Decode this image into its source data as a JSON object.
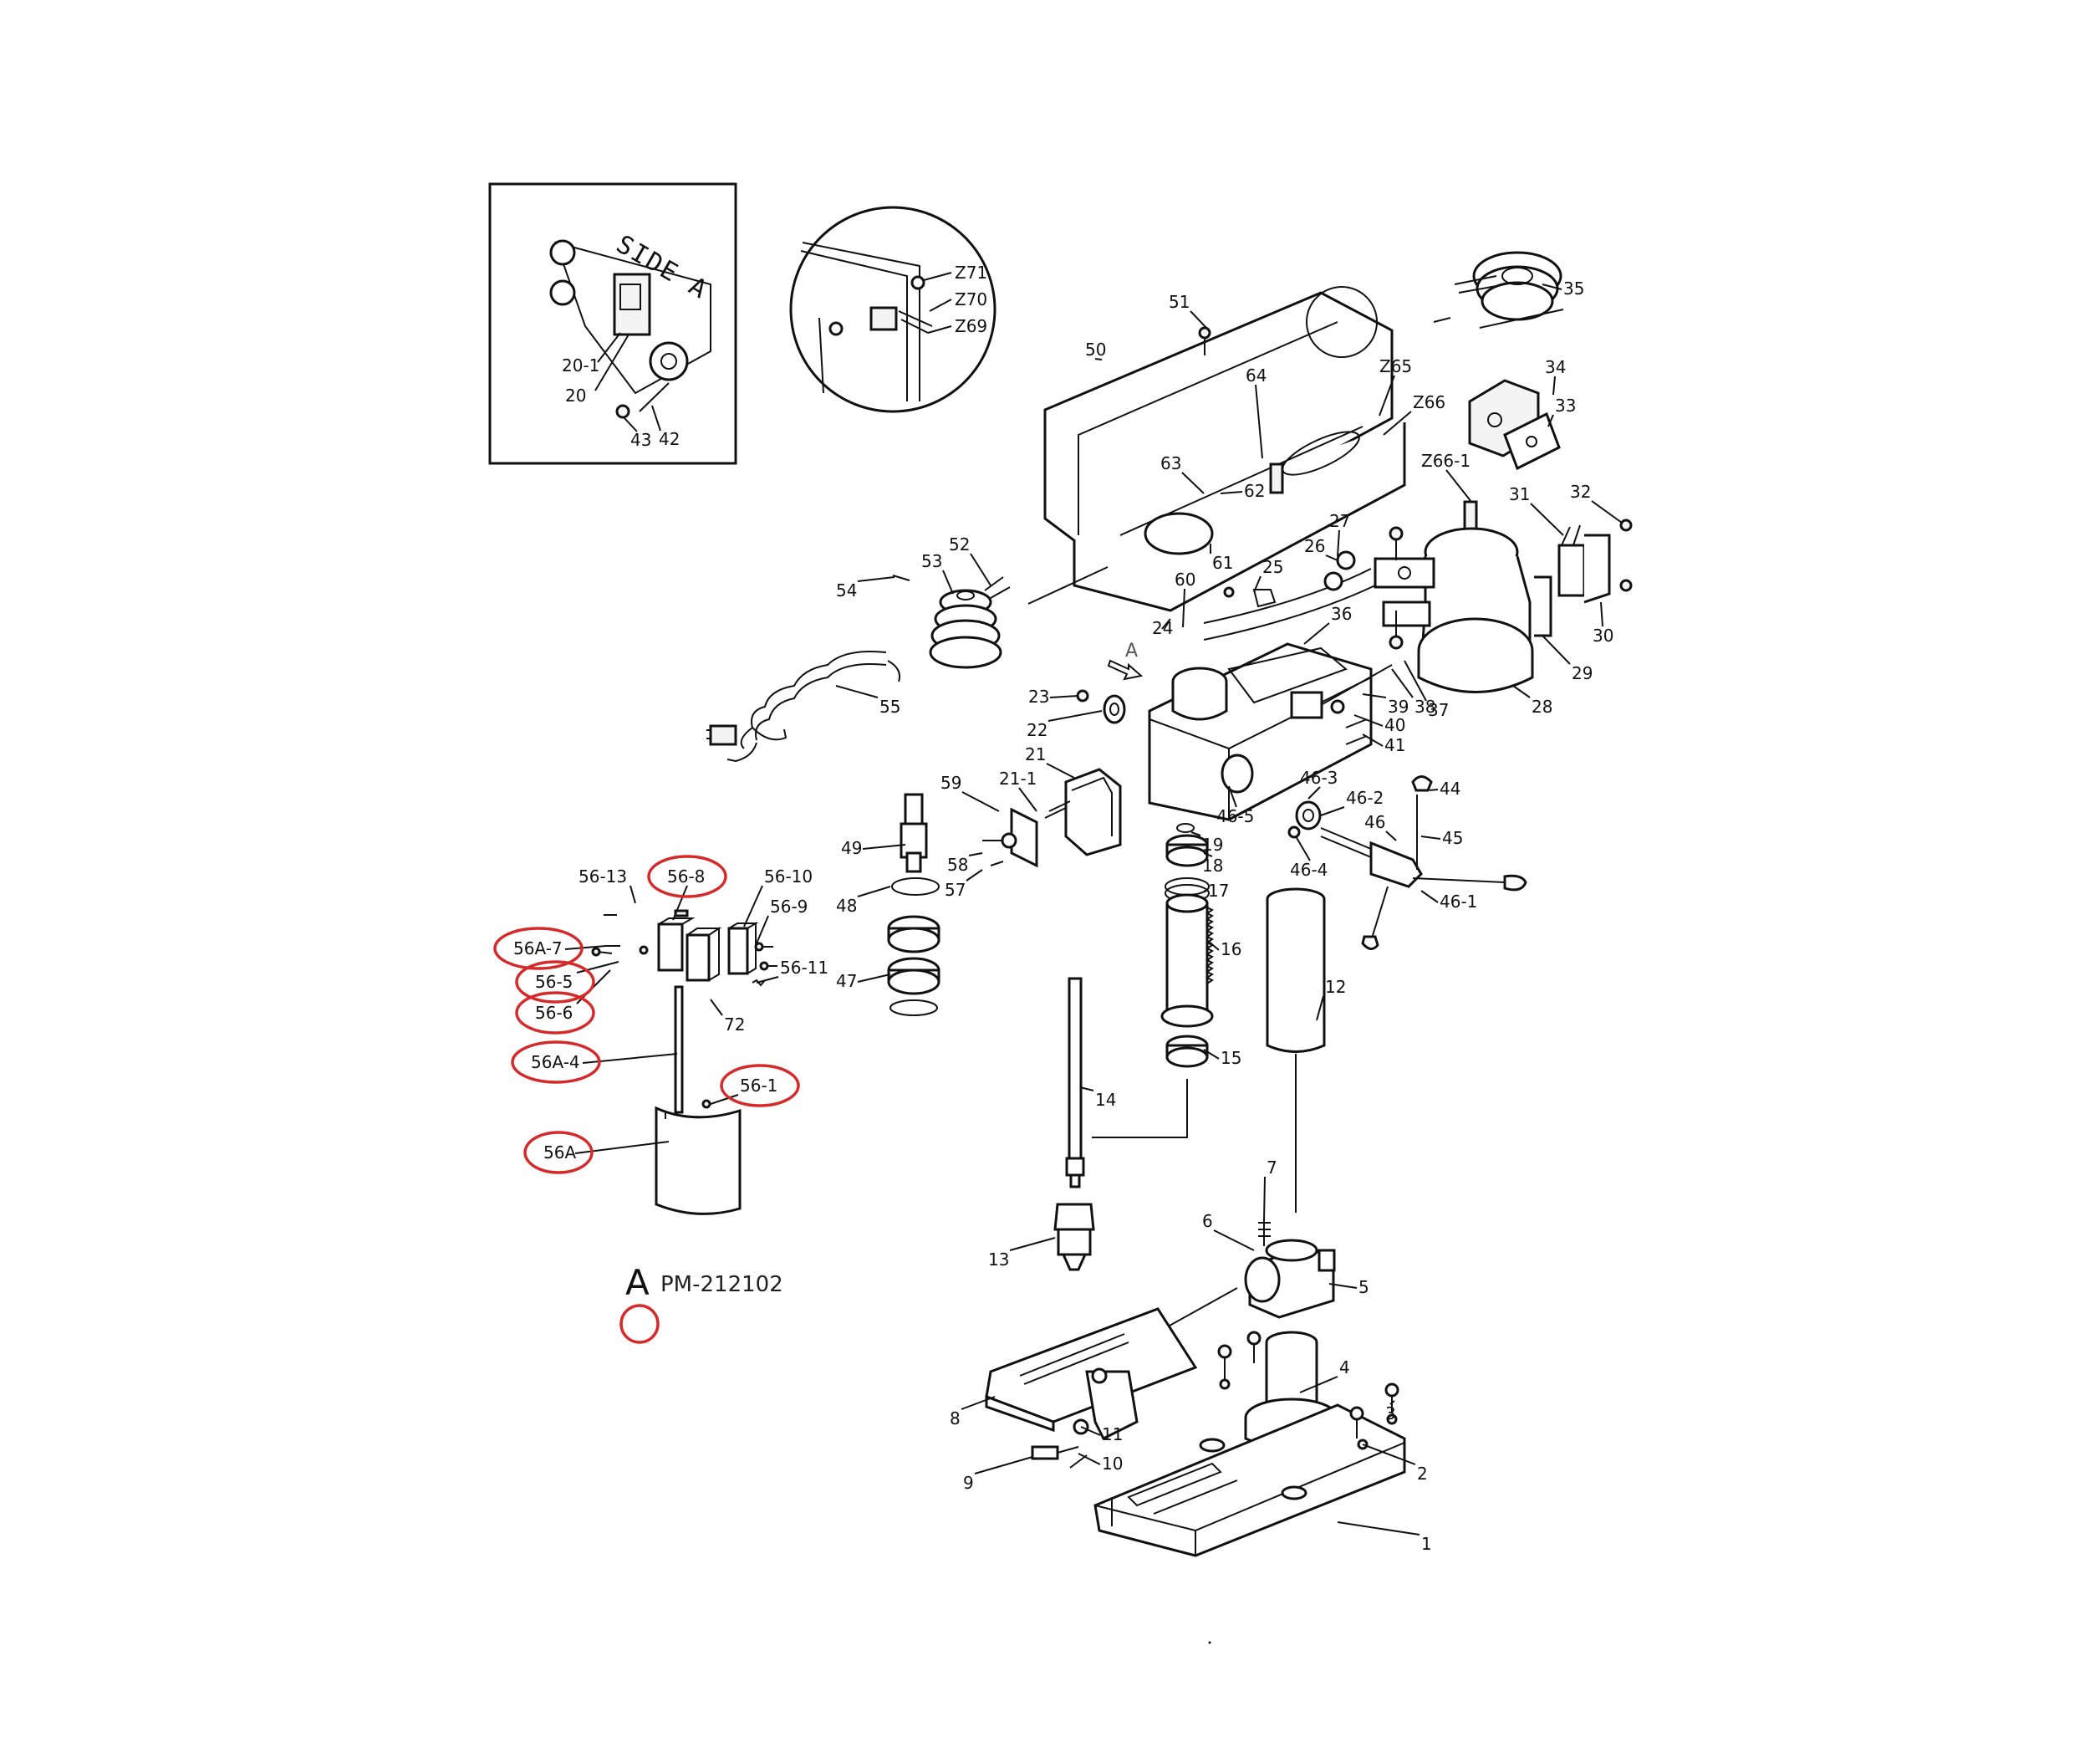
{
  "inset_side": {
    "title": "SIDE A",
    "labels": [
      "20-1",
      "20",
      "43",
      "42"
    ]
  },
  "detail_circle": {
    "labels": [
      "Z71",
      "Z70",
      "Z69"
    ]
  },
  "part_labels": [
    {
      "text": "51",
      "highlighted": false
    },
    {
      "text": "50",
      "highlighted": false
    },
    {
      "text": "35",
      "highlighted": false
    },
    {
      "text": "64",
      "highlighted": false
    },
    {
      "text": "Z65",
      "highlighted": false
    },
    {
      "text": "Z66",
      "highlighted": false
    },
    {
      "text": "34",
      "highlighted": false
    },
    {
      "text": "33",
      "highlighted": false
    },
    {
      "text": "Z66-1",
      "highlighted": false
    },
    {
      "text": "63",
      "highlighted": false
    },
    {
      "text": "62",
      "highlighted": false
    },
    {
      "text": "61",
      "highlighted": false
    },
    {
      "text": "31",
      "highlighted": false
    },
    {
      "text": "32",
      "highlighted": false
    },
    {
      "text": "53",
      "highlighted": false
    },
    {
      "text": "52",
      "highlighted": false
    },
    {
      "text": "54",
      "highlighted": false
    },
    {
      "text": "60",
      "highlighted": false
    },
    {
      "text": "25",
      "highlighted": false
    },
    {
      "text": "26",
      "highlighted": false
    },
    {
      "text": "27",
      "highlighted": false
    },
    {
      "text": "24",
      "highlighted": false
    },
    {
      "text": "30",
      "highlighted": false
    },
    {
      "text": "36",
      "highlighted": false
    },
    {
      "text": "29",
      "highlighted": false
    },
    {
      "text": "55",
      "highlighted": false
    },
    {
      "text": "23",
      "highlighted": false
    },
    {
      "text": "39",
      "highlighted": false
    },
    {
      "text": "38",
      "highlighted": false
    },
    {
      "text": "37",
      "highlighted": false
    },
    {
      "text": "28",
      "highlighted": false
    },
    {
      "text": "22",
      "highlighted": false
    },
    {
      "text": "40",
      "highlighted": false
    },
    {
      "text": "41",
      "highlighted": false
    },
    {
      "text": "21",
      "highlighted": false
    },
    {
      "text": "21-1",
      "highlighted": false
    },
    {
      "text": "59",
      "highlighted": false
    },
    {
      "text": "46-3",
      "highlighted": false
    },
    {
      "text": "44",
      "highlighted": false
    },
    {
      "text": "46-2",
      "highlighted": false
    },
    {
      "text": "46",
      "highlighted": false
    },
    {
      "text": "45",
      "highlighted": false
    },
    {
      "text": "46-5",
      "highlighted": false
    },
    {
      "text": "19",
      "highlighted": false
    },
    {
      "text": "49",
      "highlighted": false
    },
    {
      "text": "18",
      "highlighted": false
    },
    {
      "text": "46-4",
      "highlighted": false
    },
    {
      "text": "58",
      "highlighted": false
    },
    {
      "text": "56-13",
      "highlighted": false
    },
    {
      "text": "56-8",
      "highlighted": true
    },
    {
      "text": "56-10",
      "highlighted": false
    },
    {
      "text": "57",
      "highlighted": false
    },
    {
      "text": "17",
      "highlighted": false
    },
    {
      "text": "46-1",
      "highlighted": false
    },
    {
      "text": "48",
      "highlighted": false
    },
    {
      "text": "56-9",
      "highlighted": false
    },
    {
      "text": "56A-7",
      "highlighted": true
    },
    {
      "text": "56-11",
      "highlighted": false
    },
    {
      "text": "16",
      "highlighted": false
    },
    {
      "text": "56-5",
      "highlighted": true
    },
    {
      "text": "47",
      "highlighted": false
    },
    {
      "text": "12",
      "highlighted": false
    },
    {
      "text": "56-6",
      "highlighted": true
    },
    {
      "text": "72",
      "highlighted": false
    },
    {
      "text": "15",
      "highlighted": false
    },
    {
      "text": "56A-4",
      "highlighted": true
    },
    {
      "text": "56-1",
      "highlighted": true
    },
    {
      "text": "14",
      "highlighted": false
    },
    {
      "text": "56A",
      "highlighted": true
    },
    {
      "text": "7",
      "highlighted": false
    },
    {
      "text": "6",
      "highlighted": false
    },
    {
      "text": "13",
      "highlighted": false
    },
    {
      "text": "5",
      "highlighted": false
    },
    {
      "text": "4",
      "highlighted": false
    },
    {
      "text": "3",
      "highlighted": false
    },
    {
      "text": "8",
      "highlighted": false
    },
    {
      "text": "11",
      "highlighted": false
    },
    {
      "text": "2",
      "highlighted": false
    },
    {
      "text": "10",
      "highlighted": false
    },
    {
      "text": "9",
      "highlighted": false
    },
    {
      "text": "1",
      "highlighted": false
    }
  ],
  "view_arrow_label": "A",
  "revision": {
    "letter": "A",
    "code": "PM-212102"
  },
  "colors": {
    "line": "#111111",
    "highlight": "#d62a2a"
  }
}
